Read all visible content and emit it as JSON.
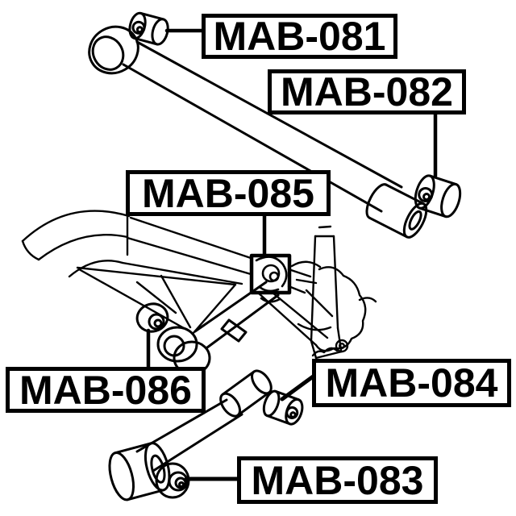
{
  "diagram": {
    "background_color": "#ffffff",
    "line_color": "#000000",
    "description": "rear suspension arm bushing exploded diagram",
    "labels": [
      {
        "id": "mab-081",
        "text": "MAB-081"
      },
      {
        "id": "mab-082",
        "text": "MAB-082"
      },
      {
        "id": "mab-085",
        "text": "MAB-085"
      },
      {
        "id": "mab-086",
        "text": "MAB-086"
      },
      {
        "id": "mab-084",
        "text": "MAB-084"
      },
      {
        "id": "mab-083",
        "text": "MAB-083"
      }
    ]
  }
}
